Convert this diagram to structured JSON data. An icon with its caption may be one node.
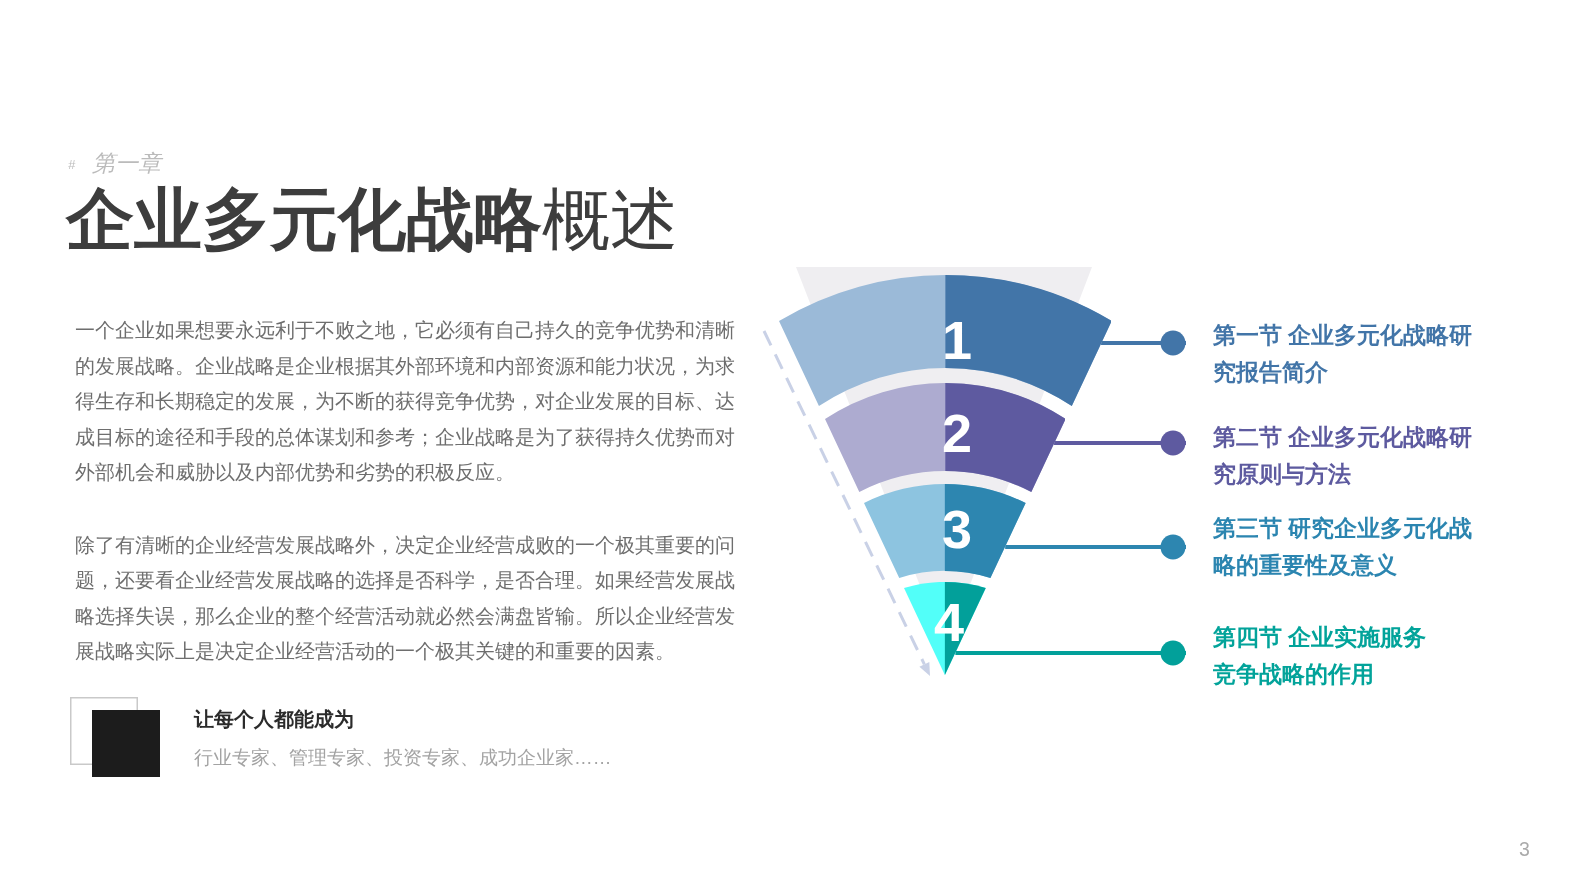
{
  "diagram": {
    "title": "**企业多元化战略**概述",
    "nodes": [
      {
        "text": [
          "1"
        ]
      },
      {
        "text": [
          "2"
        ]
      },
      {
        "text": [
          "3"
        ]
      },
      {
        "text": [
          "4"
        ]
      },
      {
        "text": [
          "第一节 企业多元化战略研究报告简介"
        ]
      },
      {
        "text": [
          "第二节 企业多元化战略研究原则与方法"
        ]
      },
      {
        "text": [
          "第三节 研究企业多元化战略的重要性及意义"
        ]
      },
      {
        "text": [
          "第四节 企业实施服务竞争战略的作用"
        ]
      }
    ],
    "edges": [
      {
        "from": 0,
        "to": 4,
        "arrow": "other",
        "color": "#4275a8"
      },
      {
        "from": 1,
        "to": 5,
        "arrow": "other",
        "color": "#5e5aa0"
      },
      {
        "from": 2,
        "to": 6,
        "arrow": "other",
        "color": "#2d86b0"
      },
      {
        "from": 3,
        "to": 7,
        "arrow": "other",
        "color": "#02a09a"
      }
    ],
    "labels": [
      "#",
      "第一章",
      "一个企业如果想要永远利于不败之地，它必须有自己持久的竞争优势和清晰的发展战略。企业战略是企业根据其外部环境和内部资源和能力状况，为求得生存和长期稳定的发展，为不断的获得竞争优势，对企业发展的目标、达成目标的途径和手段的总体谋划和参考；企业战略是为了获得持久优势而对外部机会和威胁以及内部优势和劣势的积极反应。",
      "除了有清晰的企业经营发展战略外，决定企业经营成败的一个极其重要的问题，还要看企业经营发展战略的选择是否科学，是否合理。如果经营发展战略选择失误，那么企业的整个经营活动就必然会满盘皆输。所以企业经营发展战略实际上是决定企业经营活动的一个极其关键的和重要的因素。",
      "让每个人都能成为",
      "行业专家、管理专家、投资专家、成功企业家……",
      "3"
    ]
  }
}
